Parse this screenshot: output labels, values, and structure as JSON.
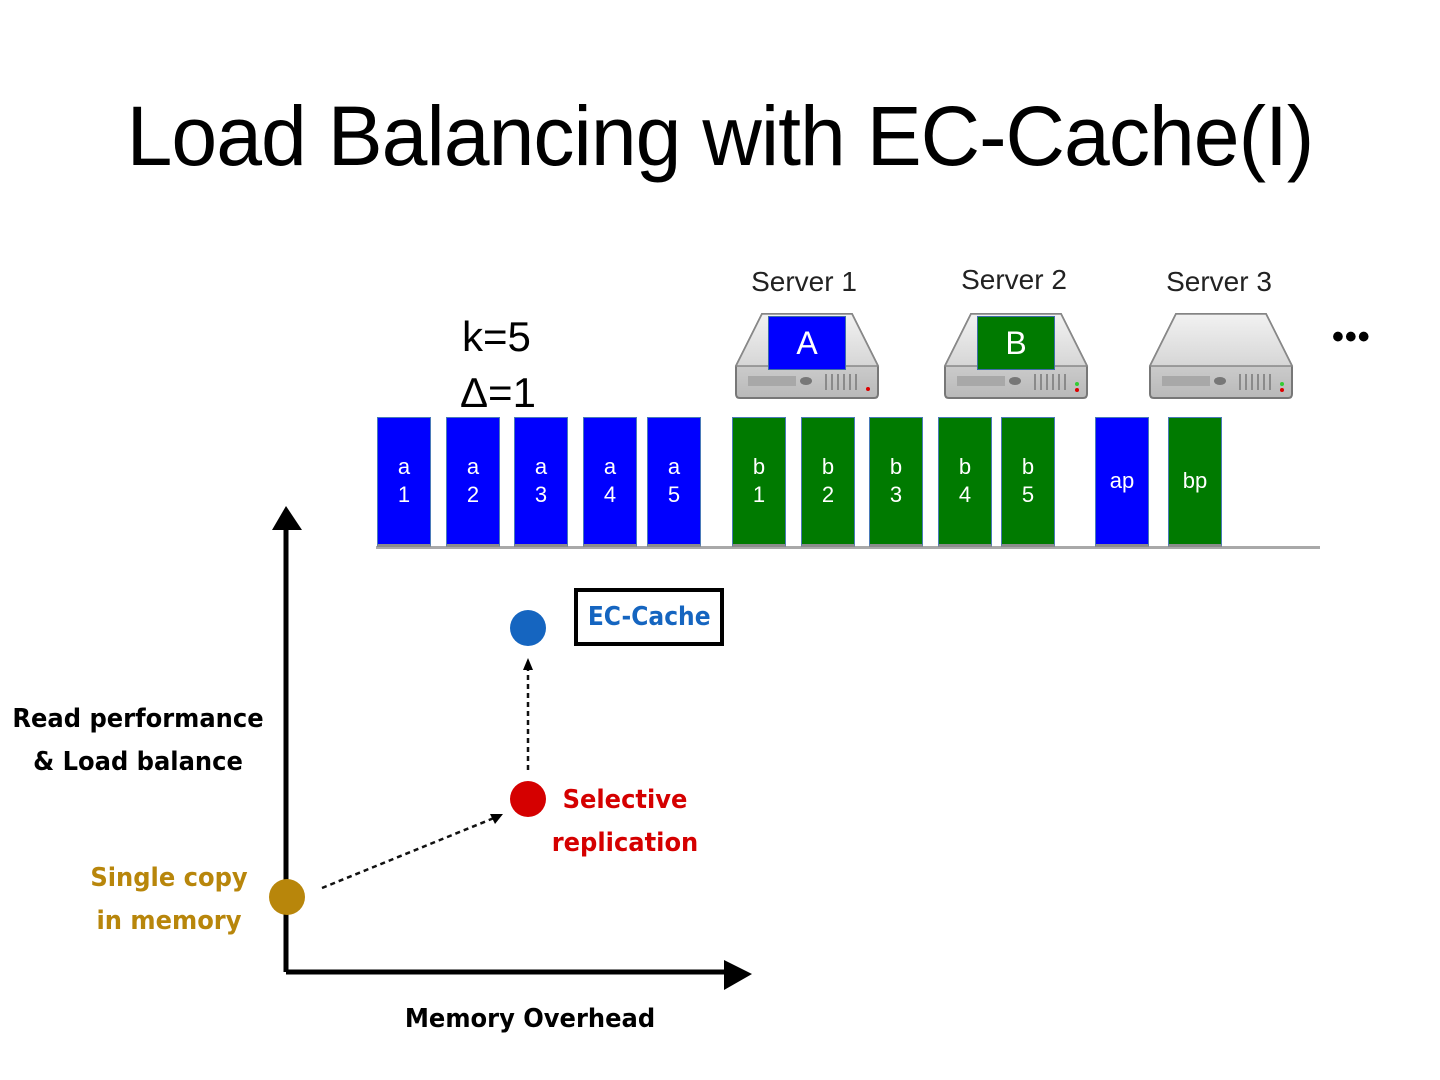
{
  "title": "Load Balancing with EC-Cache(I)",
  "parameters": {
    "k": "k=5",
    "delta": "Δ=1"
  },
  "servers": [
    {
      "label": "Server 1",
      "badge": "A",
      "badge_color": "#0000ff"
    },
    {
      "label": "Server 2",
      "badge": "B",
      "badge_color": "#007a00"
    },
    {
      "label": "Server 3",
      "badge": "",
      "badge_color": ""
    }
  ],
  "more_servers": "•••",
  "chunks": [
    {
      "line1": "a",
      "line2": "1",
      "color": "blue"
    },
    {
      "line1": "a",
      "line2": "2",
      "color": "blue"
    },
    {
      "line1": "a",
      "line2": "3",
      "color": "blue"
    },
    {
      "line1": "a",
      "line2": "4",
      "color": "blue"
    },
    {
      "line1": "a",
      "line2": "5",
      "color": "blue"
    },
    {
      "line1": "b",
      "line2": "1",
      "color": "green"
    },
    {
      "line1": "b",
      "line2": "2",
      "color": "green"
    },
    {
      "line1": "b",
      "line2": "3",
      "color": "green"
    },
    {
      "line1": "b",
      "line2": "4",
      "color": "green"
    },
    {
      "line1": "b",
      "line2": "5",
      "color": "green"
    },
    {
      "line1": "ap",
      "line2": "",
      "color": "blue"
    },
    {
      "line1": "bp",
      "line2": "",
      "color": "green"
    }
  ],
  "colors": {
    "blue_chunk": "#0000ff",
    "green_chunk": "#007a00",
    "ec_cache": "#1565c0",
    "selective": "#d50000",
    "single_copy": "#b8860b"
  },
  "tradeoff_plot": {
    "y_axis_label_line1": "Read performance",
    "y_axis_label_line2": "& Load balance",
    "x_axis_label": "Memory Overhead",
    "points": [
      {
        "name": "single-copy",
        "label_line1": "Single copy",
        "label_line2": "in memory",
        "color": "#b8860b"
      },
      {
        "name": "selective-replication",
        "label_line1": "Selective",
        "label_line2": "replication",
        "color": "#d50000"
      },
      {
        "name": "ec-cache",
        "label_line1": "EC-Cache",
        "label_line2": "",
        "color": "#1565c0"
      }
    ]
  }
}
